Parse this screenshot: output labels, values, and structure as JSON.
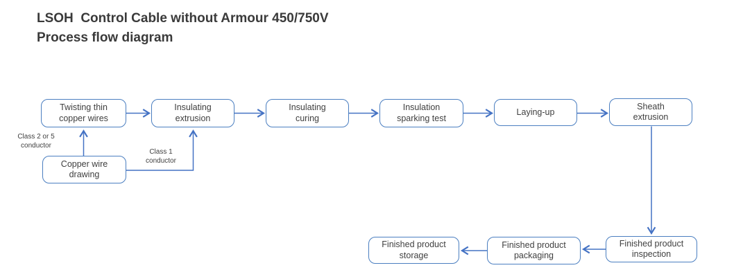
{
  "title": {
    "line1": "LSOH  Control Cable without Armour 450/750V",
    "line2": "Process flow diagram"
  },
  "colors": {
    "accent_blue": "#4472C4",
    "box_border_blue": "#4a7ec0",
    "text_gray": "#3f3f3f",
    "title_gray": "#3a3a3a"
  },
  "nodes": [
    {
      "id": "twisting-thin-copper-wires",
      "label": "Twisting thin\ncopper wires"
    },
    {
      "id": "insulating-extrusion",
      "label": "Insulating\nextrusion"
    },
    {
      "id": "insulating-curing",
      "label": "Insulating\ncuring"
    },
    {
      "id": "insulation-sparking-test",
      "label": "Insulation\nsparking test"
    },
    {
      "id": "laying-up",
      "label": "Laying-up"
    },
    {
      "id": "sheath-extrusion",
      "label": "Sheath\nextrusion"
    },
    {
      "id": "copper-wire-drawing",
      "label": "Copper wire\ndrawing"
    },
    {
      "id": "finished-product-inspection",
      "label": "Finished product\ninspection"
    },
    {
      "id": "finished-product-packaging",
      "label": "Finished product\npackaging"
    },
    {
      "id": "finished-product-storage",
      "label": "Finished product\nstorage"
    }
  ],
  "edge_labels": [
    {
      "id": "class-2-or-5",
      "label": "Class 2 or 5\nconductor"
    },
    {
      "id": "class-1",
      "label": "Class 1\nconductor"
    }
  ],
  "edges": [
    {
      "from": "twisting-thin-copper-wires",
      "to": "insulating-extrusion"
    },
    {
      "from": "insulating-extrusion",
      "to": "insulating-curing"
    },
    {
      "from": "insulating-curing",
      "to": "insulation-sparking-test"
    },
    {
      "from": "insulation-sparking-test",
      "to": "laying-up"
    },
    {
      "from": "laying-up",
      "to": "sheath-extrusion"
    },
    {
      "from": "copper-wire-drawing",
      "to": "twisting-thin-copper-wires",
      "label": "Class 2 or 5 conductor"
    },
    {
      "from": "copper-wire-drawing",
      "to": "insulating-extrusion",
      "label": "Class 1 conductor"
    },
    {
      "from": "sheath-extrusion",
      "to": "finished-product-inspection"
    },
    {
      "from": "finished-product-inspection",
      "to": "finished-product-packaging"
    },
    {
      "from": "finished-product-packaging",
      "to": "finished-product-storage"
    }
  ]
}
